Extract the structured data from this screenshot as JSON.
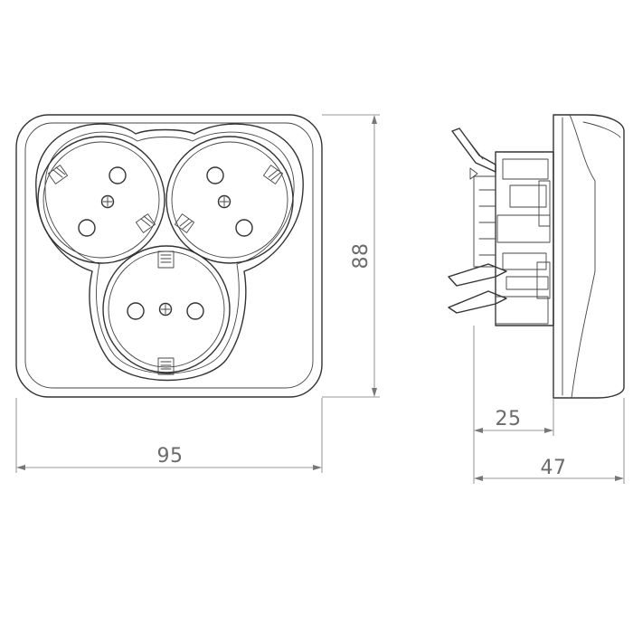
{
  "dimensions": {
    "width_front": "95",
    "height": "88",
    "depth_mechanism": "25",
    "depth_total": "47"
  },
  "colors": {
    "line": "#333333",
    "dimension": "#777777",
    "dimension_text": "#6b6b6b"
  }
}
